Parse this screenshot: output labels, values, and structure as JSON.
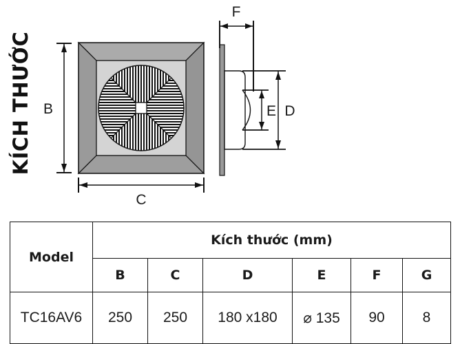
{
  "section": {
    "title": "KÍCH THƯỚC"
  },
  "drawing": {
    "front_view": {
      "dimension_labels": {
        "height": "B",
        "width": "C"
      },
      "colors": {
        "bezel_outer": "#9a9a9a",
        "bezel_top": "#aaaaaa",
        "bezel_side": "#959595",
        "inner_panel": "#d4d4d4",
        "fan_face": "#d9d9d9",
        "outline": "#111111"
      }
    },
    "side_view": {
      "dimension_labels": {
        "depth": "F",
        "outer_diameter": "D",
        "inner_diameter": "E"
      },
      "colors": {
        "flange": "#9a9a9a",
        "outline": "#111111"
      }
    }
  },
  "table": {
    "model_header": "Model",
    "group_header": "Kích thước (mm)",
    "sub_headers": [
      "B",
      "C",
      "D",
      "E",
      "F",
      "G"
    ],
    "rows": [
      {
        "model": "TC16AV6",
        "values": [
          "250",
          "250",
          "180 x180",
          "⌀ 135",
          "90",
          "8"
        ]
      }
    ]
  }
}
